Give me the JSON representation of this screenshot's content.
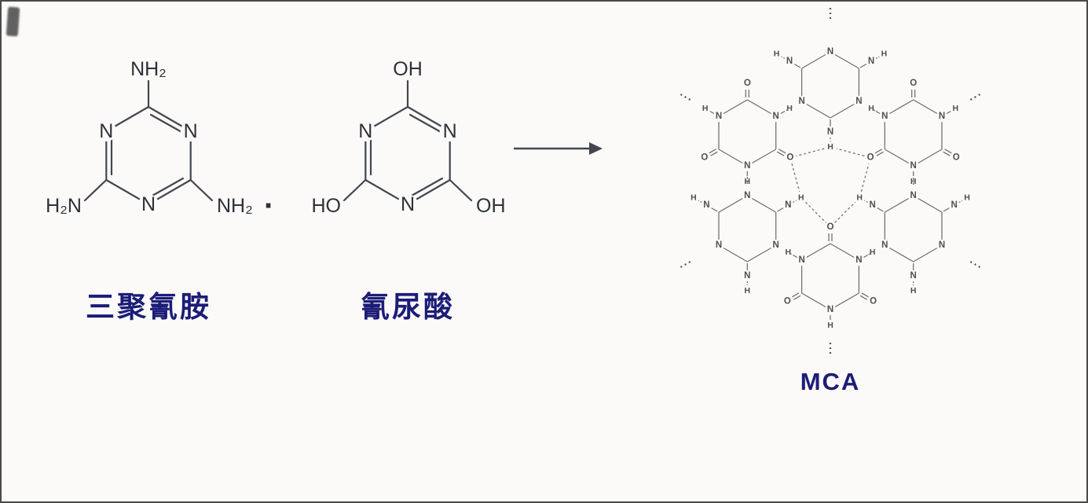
{
  "figure": {
    "background": "#fbfaf8",
    "border_color": "#4a4a4a",
    "ink_color": "#43464f",
    "label_color": "#1c1c78",
    "network_ink": "#6e6e6e"
  },
  "reaction": {
    "reactant_1": {
      "name": "melamine",
      "label": "三聚氰胺",
      "ring_nitrogen": "N",
      "top_group": "NH₂",
      "bottom_left_group": "H₂N",
      "bottom_right_group": "NH₂"
    },
    "adduct_dot": "·",
    "reactant_2": {
      "name": "cyanuric-acid",
      "label": "氰尿酸",
      "ring_nitrogen": "N",
      "top_group": "OH",
      "bottom_left_group": "HO",
      "bottom_right_group": "OH"
    },
    "product": {
      "name": "melamine-cyanurate",
      "label": "MCA"
    }
  },
  "network": {
    "atom_h": "H",
    "atom_o": "O",
    "atom_n": "N"
  }
}
